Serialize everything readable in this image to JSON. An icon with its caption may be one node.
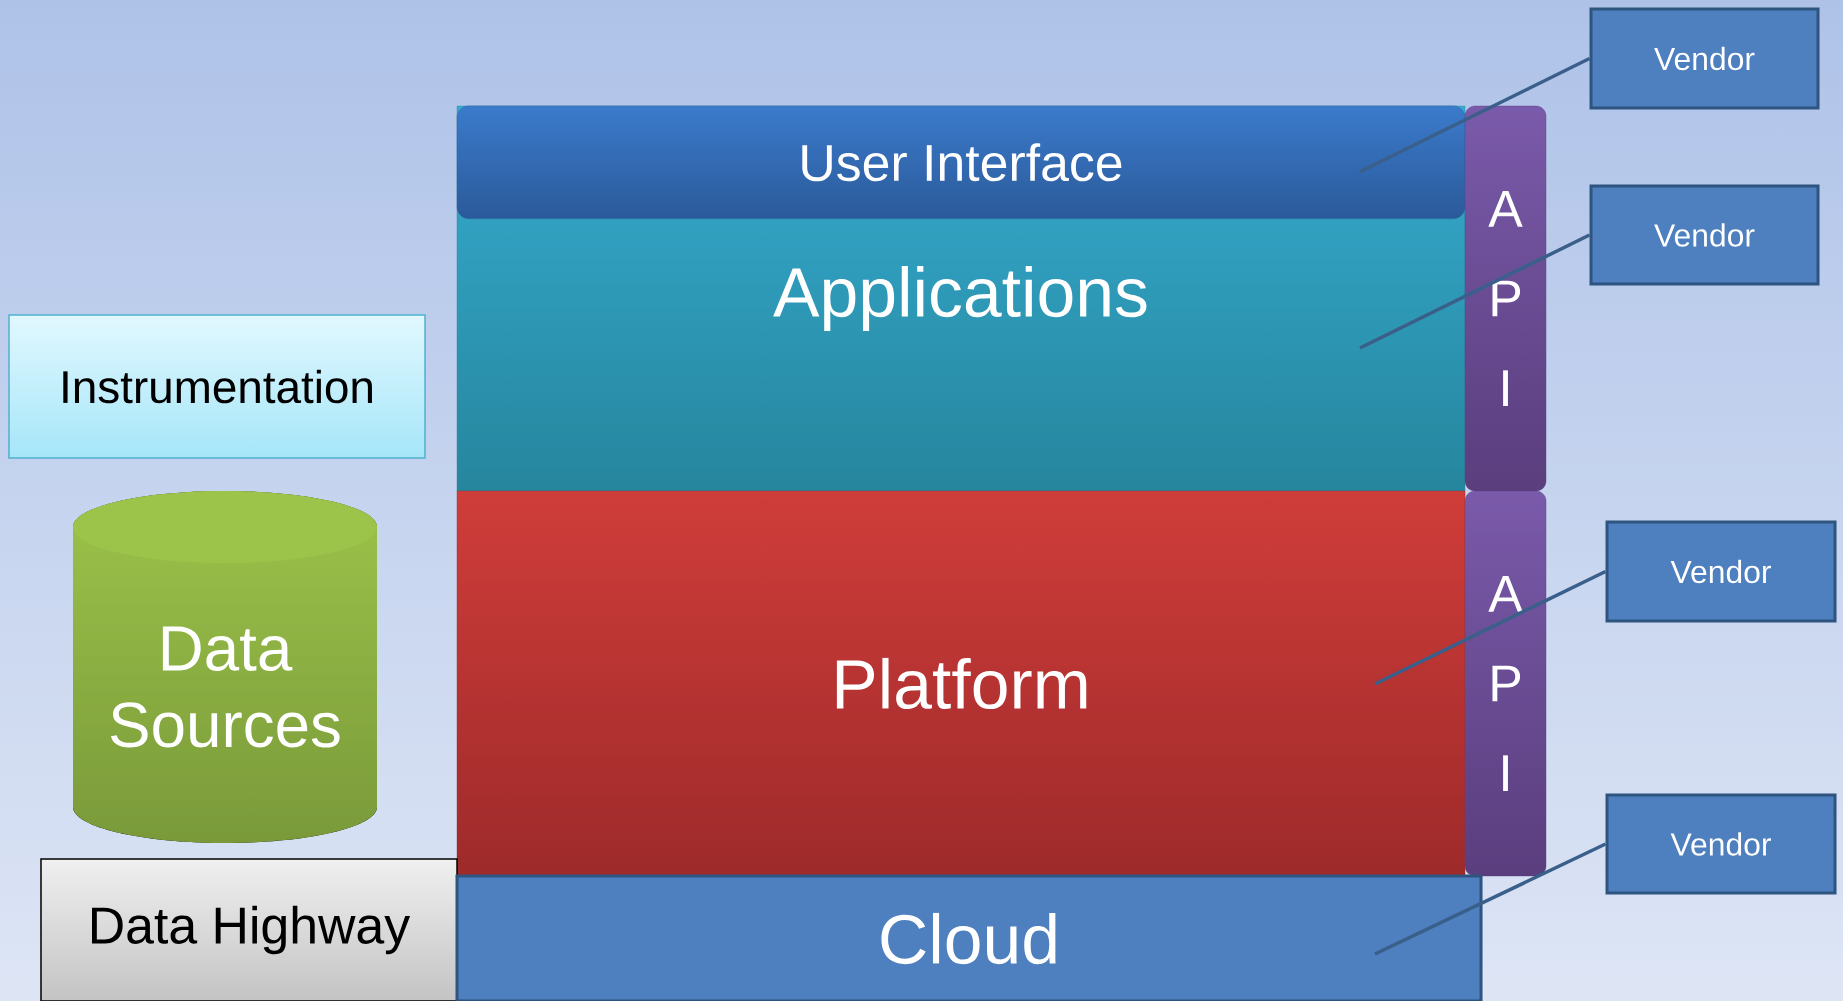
{
  "diagram": {
    "nodes": [
      {
        "text": [
          "Vendor"
        ]
      },
      {
        "text": [
          "Applications"
        ]
      },
      {
        "text": [
          "User Interface"
        ],
        "in": 1
      },
      {
        "text": [
          "A P I"
        ]
      },
      {
        "text": [
          "Vendor"
        ]
      },
      {
        "text": [
          "Instrumentation"
        ]
      },
      {
        "text": [
          "Data Sources"
        ]
      },
      {
        "text": [
          "Platform"
        ]
      },
      {
        "text": [
          "A P I"
        ]
      },
      {
        "text": [
          "Vendor"
        ]
      },
      {
        "text": [
          "Data Highway"
        ]
      },
      {
        "text": [
          "Cloud"
        ]
      },
      {
        "text": [
          "Vendor"
        ]
      }
    ],
    "edges": [
      {
        "from": 0,
        "to": 2,
        "arrow": "none"
      },
      {
        "from": 4,
        "to": 1,
        "arrow": "none"
      },
      {
        "from": 9,
        "to": 7,
        "arrow": "none"
      },
      {
        "from": 12,
        "to": 11,
        "arrow": "none"
      }
    ]
  }
}
